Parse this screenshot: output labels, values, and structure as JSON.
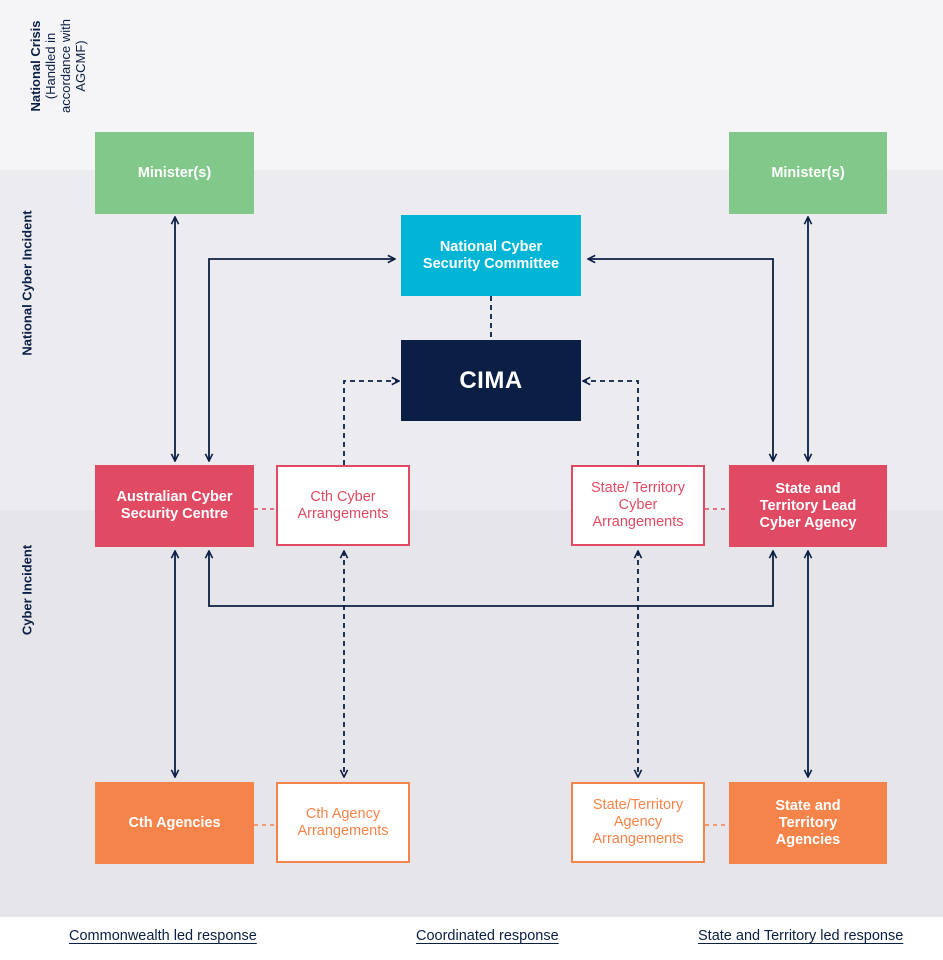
{
  "bands": {
    "crisis": {
      "title": "National Crisis",
      "note": "(Handled in accordance with AGCMF)"
    },
    "national": {
      "title": "National Cyber Incident"
    },
    "cyber": {
      "title": "Cyber Incident"
    }
  },
  "nodes": {
    "minister_left": "Minister(s)",
    "minister_right": "Minister(s)",
    "ncsc": "National Cyber Security Committee",
    "cima": "CIMA",
    "acsc": "Australian Cyber Security Centre",
    "cth_cyber": "Cth Cyber Arrangements",
    "state_cyber": "State/ Territory Cyber Arrangements",
    "state_lead": "State and Territory Lead Cyber Agency",
    "cth_agencies": "Cth Agencies",
    "cth_agency_arr": "Cth Agency Arrangements",
    "state_agency_arr": "State/Territory Agency Arrangements",
    "state_agencies": "State and Territory Agencies"
  },
  "footer": {
    "left": "Commonwealth led response",
    "center": "Coordinated response",
    "right": "State and Territory led response"
  },
  "colors": {
    "navy": "#0b1f44",
    "green": "#82c88a",
    "teal": "#00b5d6",
    "red": "#e04a63",
    "orange": "#f5844a"
  }
}
